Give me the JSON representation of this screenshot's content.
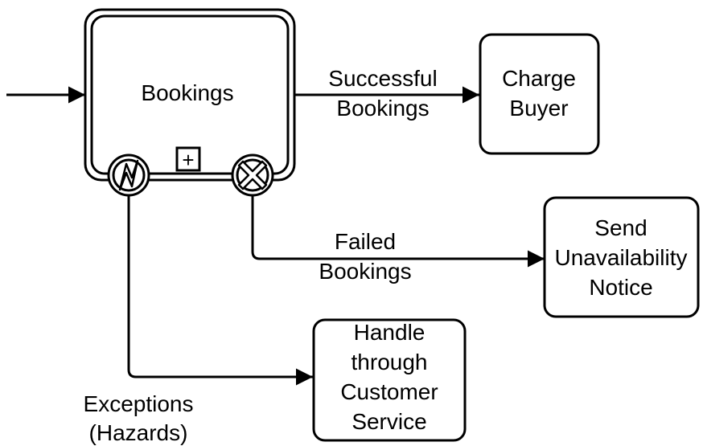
{
  "diagram": {
    "subprocess": {
      "label": "Bookings"
    },
    "tasks": {
      "charge_buyer": [
        "Charge",
        "Buyer"
      ],
      "send_notice": [
        "Send",
        "Unavailability",
        "Notice"
      ],
      "handle_service": [
        "Handle",
        "through",
        "Customer",
        "Service"
      ]
    },
    "flows": {
      "successful": [
        "Successful",
        "Bookings"
      ],
      "failed": [
        "Failed",
        "Bookings"
      ],
      "exceptions": [
        "Exceptions",
        "(Hazards)"
      ]
    },
    "events": {
      "error": "error-boundary-event",
      "cancel": "cancel-boundary-event"
    },
    "markers": {
      "expand": "+"
    }
  }
}
